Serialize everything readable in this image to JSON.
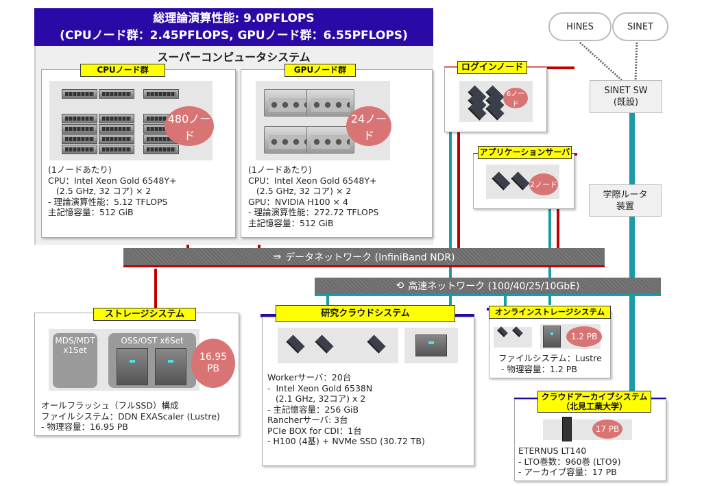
{
  "header": {
    "line1": "総理論演算性能: 9.0PFLOPS",
    "line2": "(CPUノード群：2.45PFLOPS, GPUノード群：6.55PFLOPS)"
  },
  "supercomputer": {
    "title": "スーパーコンピュータシステム",
    "cpu": {
      "label": "CPUノード群",
      "badge": "480ノード",
      "specs": "(1ノードあたり)\nCPU：Intel Xeon Gold 6548Y+\n   (2.5 GHz, 32 コア) × 2\n- 理論演算性能：5.12 TFLOPS\n主記憶容量：512 GiB"
    },
    "gpu": {
      "label": "GPUノード群",
      "badge": "24ノード",
      "specs": "(1ノードあたり)\nCPU：Intel Xeon Gold 6548Y+\n   (2.5 GHz, 32 コア) × 2\nGPU：NVIDIA H100 × 4\n- 理論演算性能：272.72 TFLOPS\n主記憶容量：512 GiB"
    }
  },
  "login_node": {
    "label": "ログインノード",
    "badge": "6ノード"
  },
  "app_server": {
    "label": "アプリケーションサーバ",
    "badge": "2ノード"
  },
  "external": {
    "clouds": [
      "HINES",
      "SINET"
    ],
    "sinet_sw": {
      "line1": "SINET SW",
      "line2": "(既設)"
    },
    "router": {
      "line1": "学際ルータ",
      "line2": "装置"
    }
  },
  "networks": {
    "data": "データネットワーク (InfiniBand NDR)",
    "fast": "高速ネットワーク (100/40/25/10GbE)"
  },
  "storage": {
    "label": "ストレージシステム",
    "mds": "MDS/MDT\nx1Set",
    "oss": "OSS/OST x6Set",
    "badge_line1": "16.95",
    "badge_line2": "PB",
    "specs": "オールフラッシュ（フルSSD）構成\nファイルシステム：DDN EXAScaler (Lustre)\n- 物理容量：16.95 PB"
  },
  "research_cloud": {
    "label": "研究クラウドシステム",
    "specs_line1": "Workerサーバ：20台",
    "specs_dash": "- ",
    "specs_line2": " Intel Xeon Gold 6538N",
    "specs_rest": "   (2.1 GHz, 32コア) x 2\n- 主記憶容量：256 GiB\nRancherサーバ: 3台\nPCIe BOX for CDI：1台\n- H100 (4基) + NVMe SSD (30.72 TB)"
  },
  "online_storage": {
    "label": "オンラインストレージシステム",
    "badge": "1.2 PB",
    "specs": "ファイルシステム：Lustre\n - 物理容量：1.2 PB"
  },
  "cloud_archive": {
    "label_line1": "クラウドアーカイブシステム",
    "label_line2": "（北見工業大学）",
    "badge": "17 PB",
    "specs": "ETERNUS LT140\n- LTO巻数：960巻 (LTO9)\n- アーカイブ容量：17 PB"
  },
  "colors": {
    "header": "#2a0aa6",
    "data_network_line": "#c00000",
    "fast_network_line": "#1b9aa8",
    "label_bg": "#ffff00",
    "badge": "#d97474"
  }
}
